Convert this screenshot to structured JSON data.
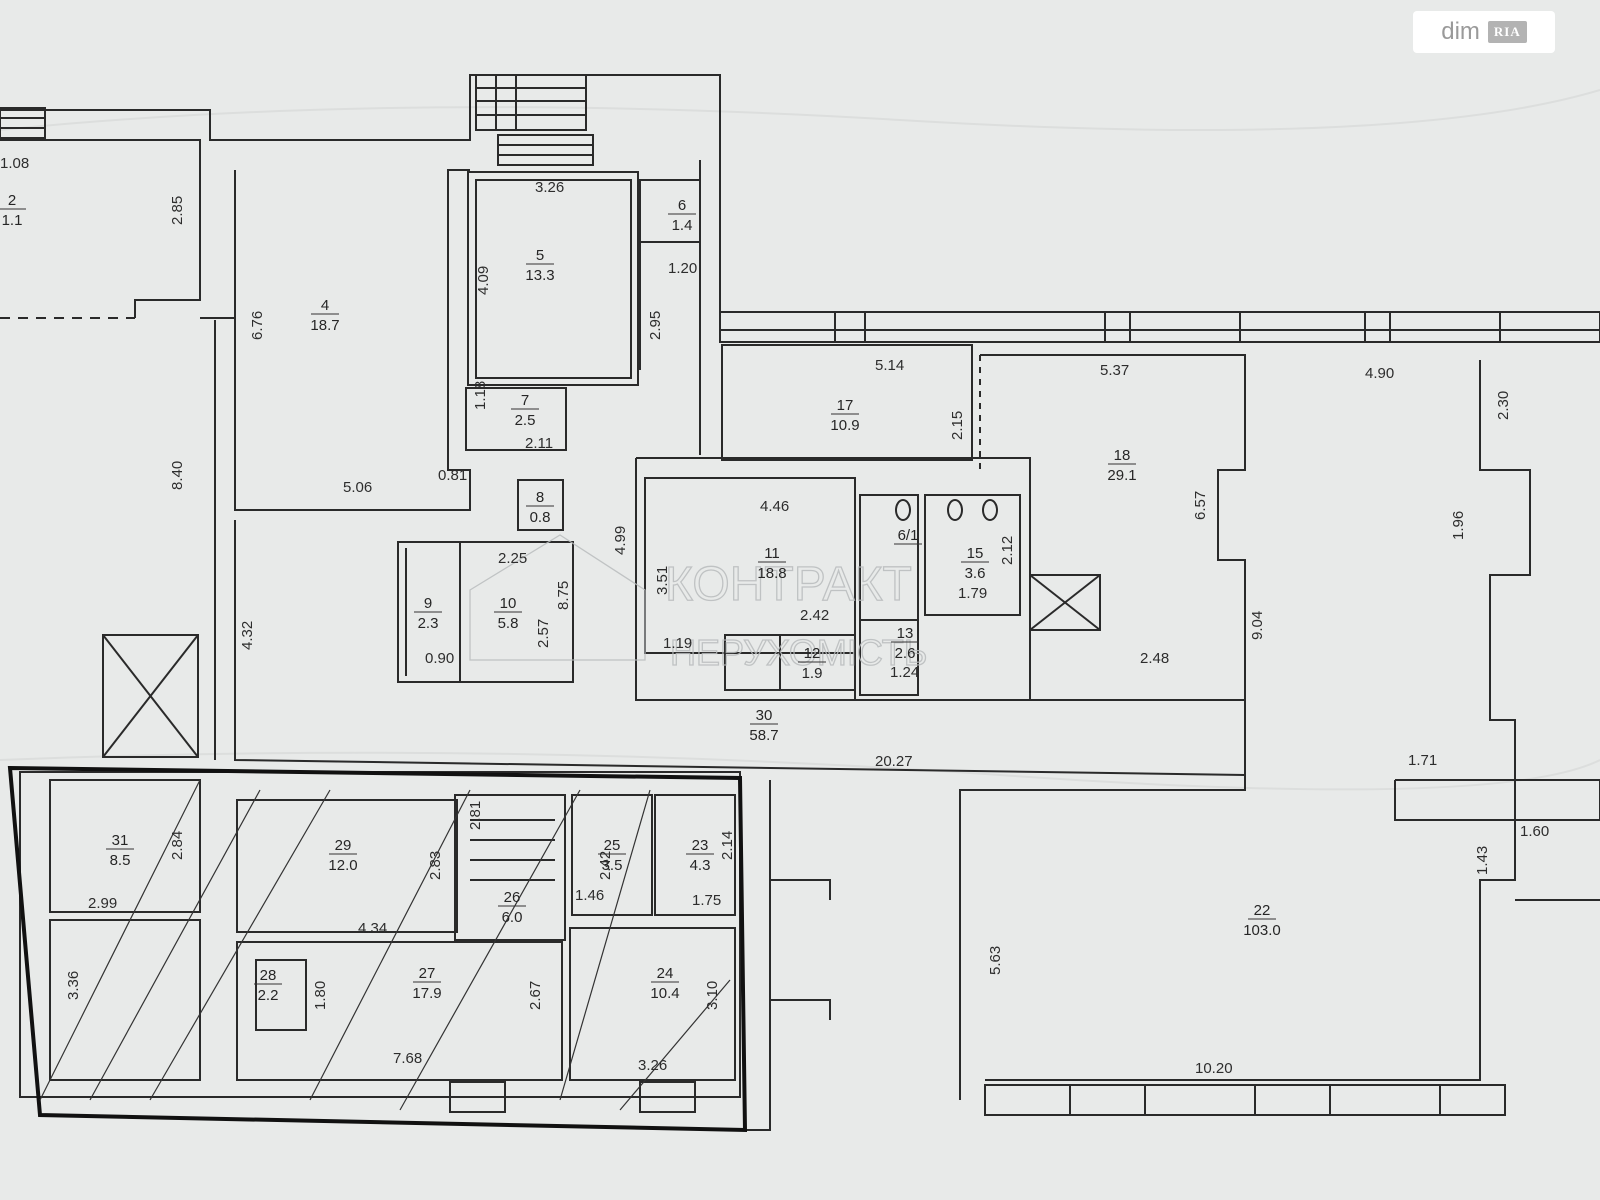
{
  "watermark": {
    "brand_text": "dim",
    "brand_badge": "RIA",
    "agency_line1": "КОНТРАКТ",
    "agency_line2": "НЕРУХОМІСТЬ"
  },
  "rooms": [
    {
      "id": "2",
      "area": "1.1"
    },
    {
      "id": "4",
      "area": "18.7"
    },
    {
      "id": "5",
      "area": "13.3"
    },
    {
      "id": "6",
      "area": "1.4"
    },
    {
      "id": "7",
      "area": "2.5"
    },
    {
      "id": "8",
      "area": "0.8"
    },
    {
      "id": "9",
      "area": "2.3"
    },
    {
      "id": "10",
      "area": "5.8"
    },
    {
      "id": "11",
      "area": "18.8"
    },
    {
      "id": "12",
      "area": "1.9"
    },
    {
      "id": "13",
      "area": "2.6"
    },
    {
      "id": "15",
      "area": "3.6"
    },
    {
      "id": "6/1",
      "area": ""
    },
    {
      "id": "17",
      "area": "10.9"
    },
    {
      "id": "18",
      "area": "29.1"
    },
    {
      "id": "22",
      "area": "103.0"
    },
    {
      "id": "23",
      "area": "4.3"
    },
    {
      "id": "24",
      "area": "10.4"
    },
    {
      "id": "25",
      "area": "3.5"
    },
    {
      "id": "26",
      "area": "6.0"
    },
    {
      "id": "27",
      "area": "17.9"
    },
    {
      "id": "28",
      "area": "2.2"
    },
    {
      "id": "29",
      "area": "12.0"
    },
    {
      "id": "30",
      "area": "58.7"
    },
    {
      "id": "31",
      "area": "8.5"
    }
  ],
  "dimensions": [
    "1.08",
    "2.85",
    "3.26",
    "1.20",
    "4.09",
    "2.95",
    "6.76",
    "8.40",
    "1.18",
    "2.11",
    "5.06",
    "0.81",
    "2.25",
    "8.75",
    "4.99",
    "4.32",
    "0.90",
    "2.57",
    "5.14",
    "2.15",
    "5.37",
    "4.90",
    "2.30",
    "4.46",
    "3.51",
    "2.42",
    "1.19",
    "1.24",
    "1.79",
    "2.12",
    "6.57",
    "1.96",
    "2.48",
    "9.04",
    "20.27",
    "1.71",
    "1.60",
    "1.43",
    "5.63",
    "10.20",
    "2.84",
    "2.99",
    "3.36",
    "2.83",
    "2.81",
    "4.34",
    "1.80",
    "2.67",
    "7.68",
    "2.42",
    "1.46",
    "1.75",
    "2.14",
    "3.10",
    "3.26"
  ]
}
